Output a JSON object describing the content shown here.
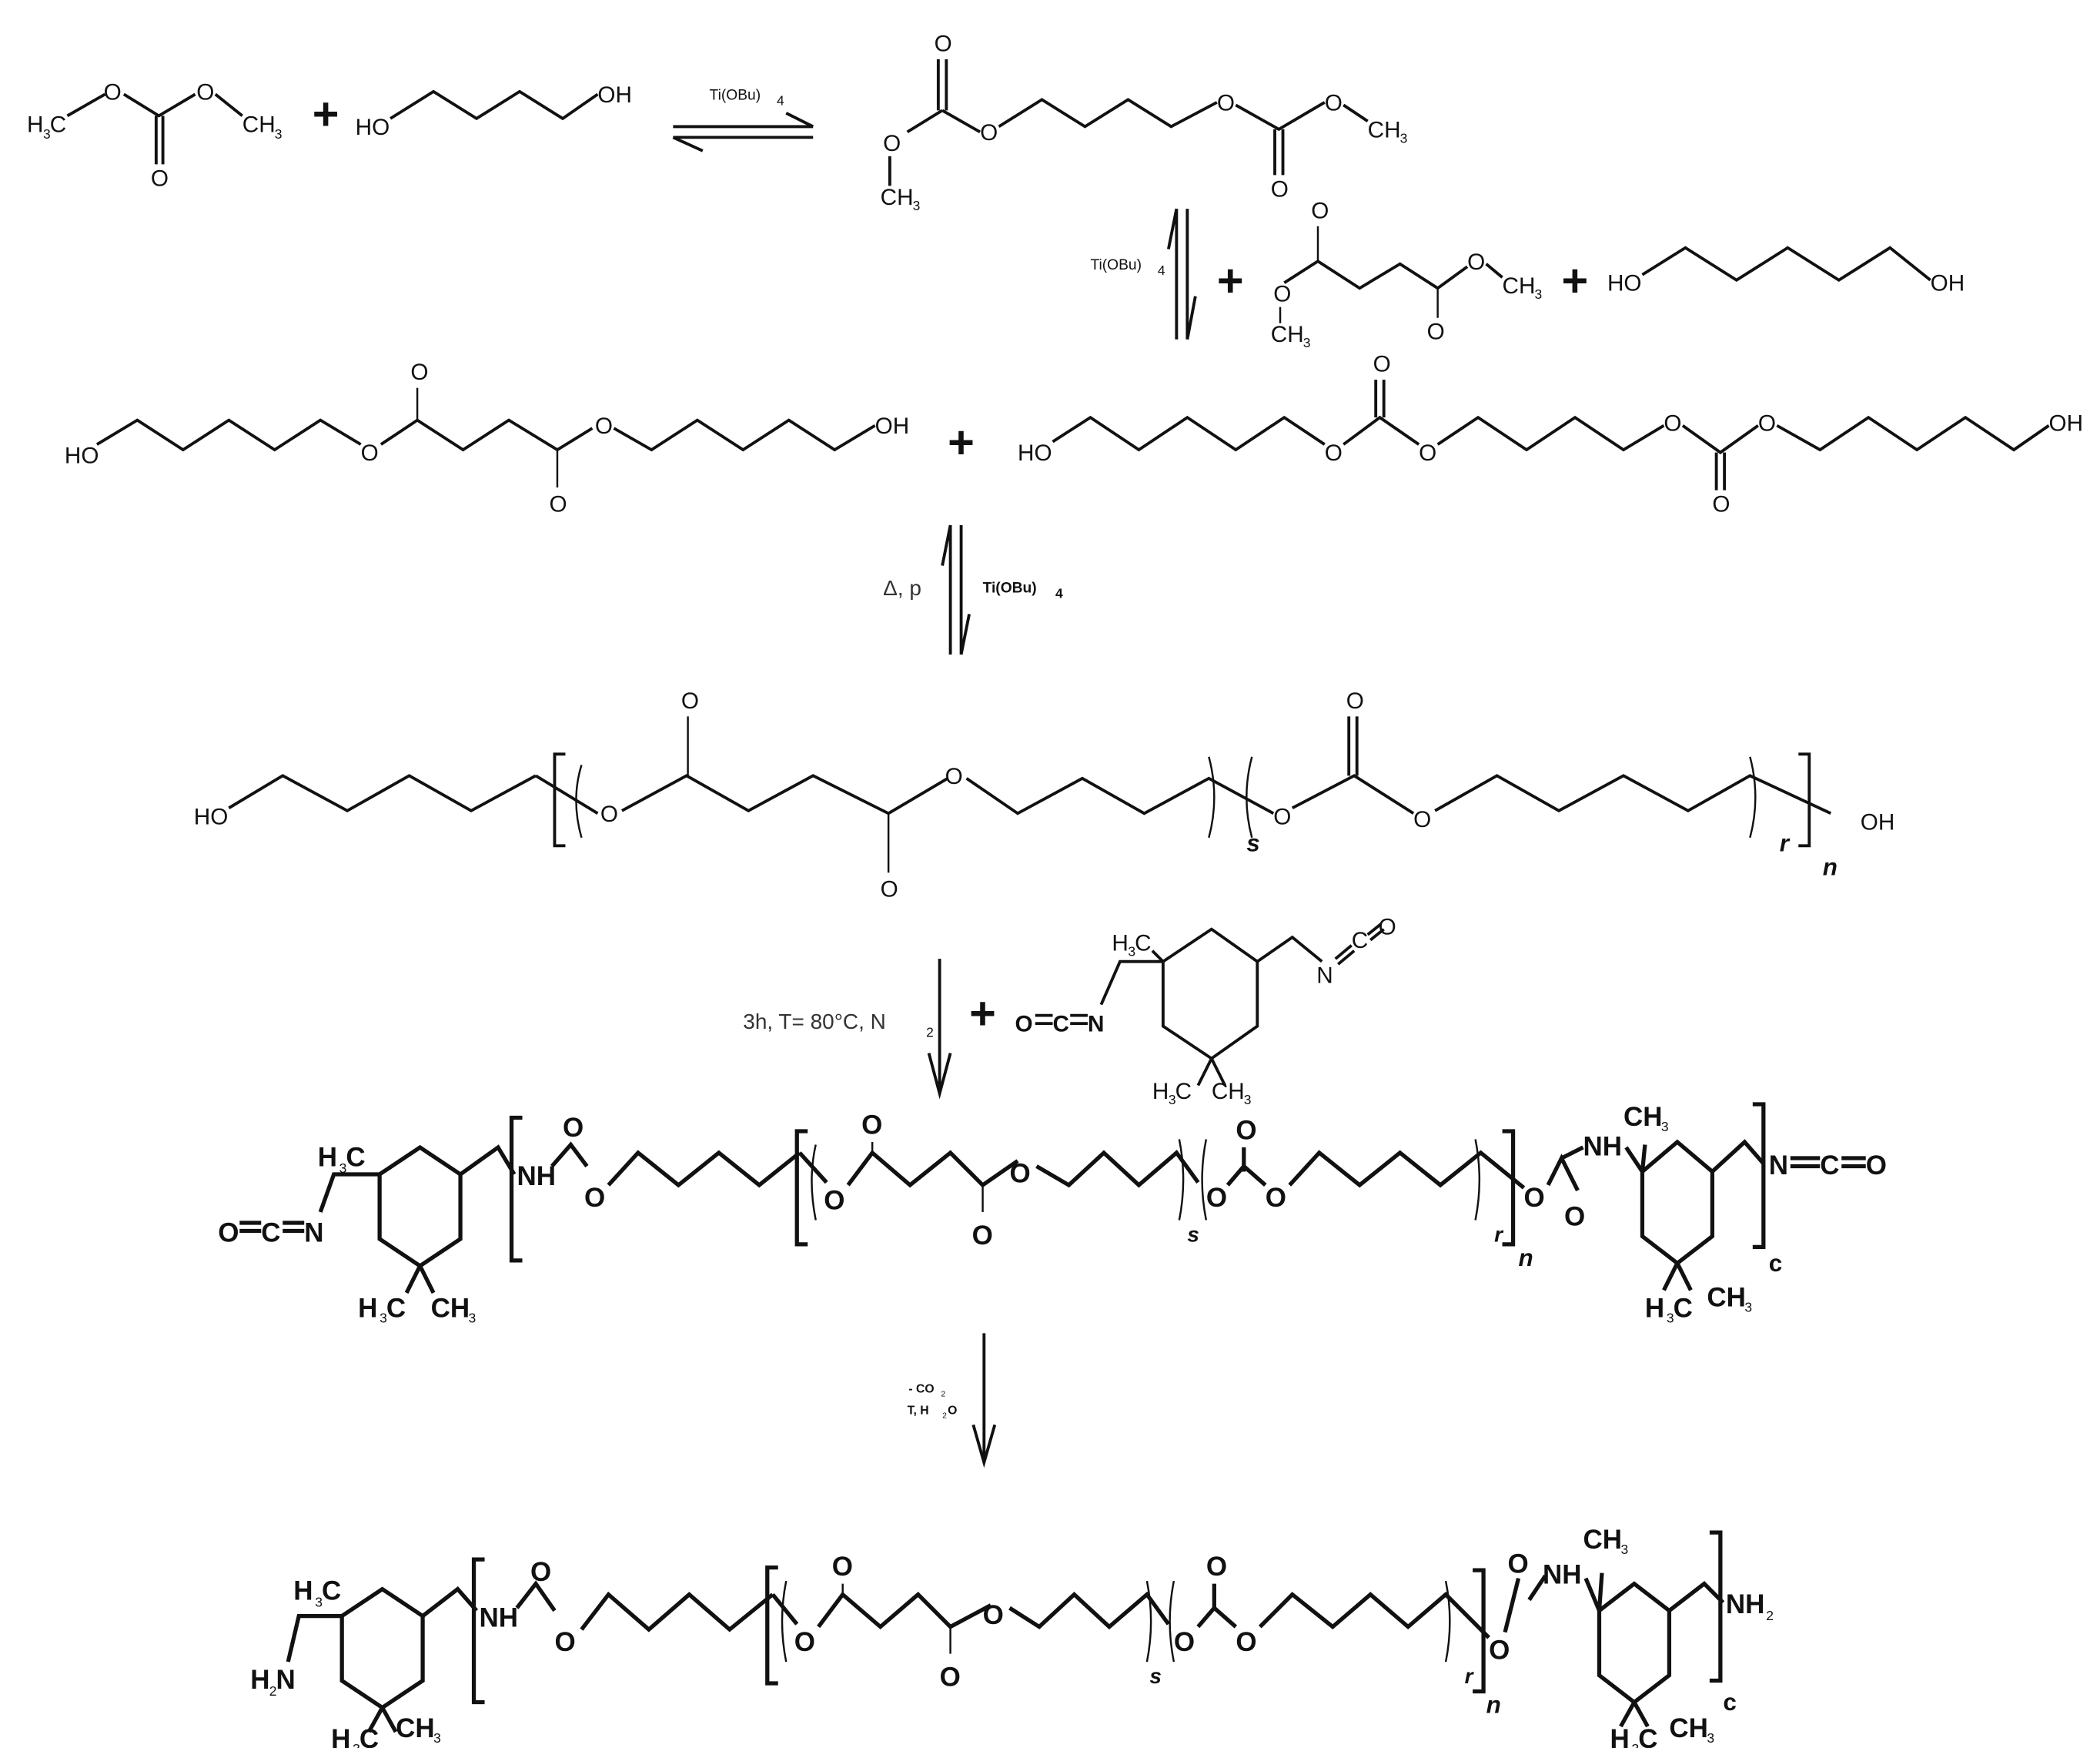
{
  "figure": {
    "title": "Synthesis scheme: poly(butylene succinate-co-hexamethylene carbonate) diol, NCO prepolymer with IPDI, and amine-terminated product",
    "labels": {
      "h3c": "H",
      "ch3": "CH",
      "sub3": "3",
      "sub2": "2",
      "sub4": "4",
      "o": "O",
      "oh": "OH",
      "ho": "HO",
      "nh": "NH",
      "nh2": "NH",
      "h2n": "H",
      "n": "N",
      "c": "C",
      "plus": "+",
      "repeat_s": "s",
      "repeat_r": "r",
      "repeat_n": "n",
      "repeat_c": "c"
    },
    "steps": [
      {
        "id": "step1",
        "reactants": [
          "dimethyl carbonate",
          "1,4-butanediol"
        ],
        "product": "butane-1,4-diyl dimethyl dicarbonate",
        "arrow": "equilibrium",
        "catalyst": "Ti(OBu)",
        "catalyst_sub": "4"
      },
      {
        "id": "step2",
        "reactants": [
          "dimethyl succinate",
          "1,6-hexanediol"
        ],
        "arrow": "equilibrium",
        "catalyst": "Ti(OBu)",
        "catalyst_sub": "4"
      },
      {
        "id": "step3",
        "products": [
          "bis(6-hydroxyhexyl) succinate",
          "hydroxy-terminated oligocarbonate"
        ],
        "arrow": "equilibrium",
        "condition": "Δ, p",
        "catalyst": "Ti(OBu)",
        "catalyst_sub": "4"
      },
      {
        "id": "step4",
        "product": "HO-terminated copolyester-carbonate diol",
        "arrow": "forward",
        "condition": "3h, T= 80°C, N",
        "condition_sub": "2",
        "reagent": "isophorone diisocyanate (IPDI)"
      },
      {
        "id": "step5",
        "product": "NCO-terminated prepolymer",
        "arrow": "forward",
        "condition_line1": "- CO",
        "condition_line1_sub": "2",
        "condition_line2": "T, H",
        "condition_line2_sub": "2",
        "condition_line2_end": "O"
      },
      {
        "id": "step6",
        "product": "NH2-terminated polyurethane"
      }
    ]
  }
}
